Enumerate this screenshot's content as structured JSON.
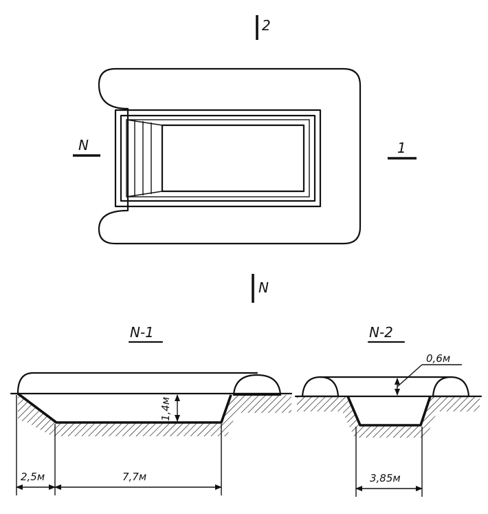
{
  "plan": {
    "cut_top_label": "2",
    "cut_bottom_label": "N",
    "cut_left_label": "N",
    "cut_right_label": "1"
  },
  "sections": {
    "left_title": "N-1",
    "right_title": "N-2"
  },
  "dimensions": {
    "ramp_length": "2,5м",
    "pit_length": "7,7м",
    "depth": "1,4м",
    "spoil_height": "0,6м",
    "pit_width": "3,85м"
  },
  "colors": {
    "ink": "#111111",
    "paper": "#ffffff"
  }
}
